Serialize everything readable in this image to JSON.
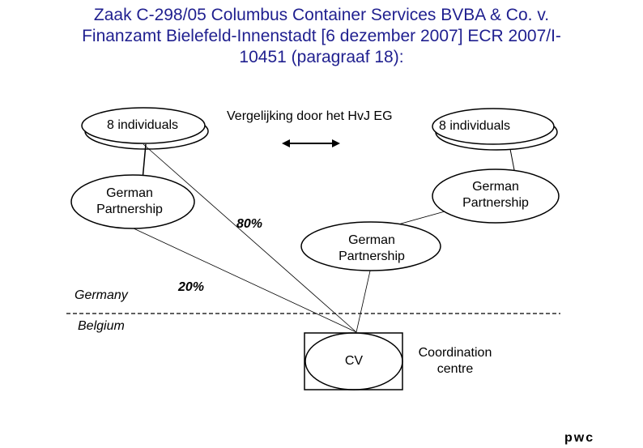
{
  "title": {
    "line1": "Zaak C-298/05 Columbus Container Services BVBA & Co. v.",
    "line2": "Finanzamt Bielefeld-Innenstadt [6 dezember 2007] ECR 2007/I-",
    "line3": "10451 (paragraaf 18):"
  },
  "left_individuals": "8 individuals",
  "right_individuals": "8 individuals",
  "comparison_label": "Vergelijking door het HvJ EG",
  "left_partnership": {
    "line1": "German",
    "line2": "Partnership"
  },
  "right_partnership": {
    "line1": "German",
    "line2": "Partnership"
  },
  "center_partnership": {
    "line1": "German",
    "line2": "Partnership"
  },
  "share_80": "80%",
  "share_20": "20%",
  "country_top": "Germany",
  "country_bottom": "Belgium",
  "cv_label": "CV",
  "coordination": {
    "line1": "Coordination",
    "line2": "centre"
  },
  "logo_text": "pwc"
}
